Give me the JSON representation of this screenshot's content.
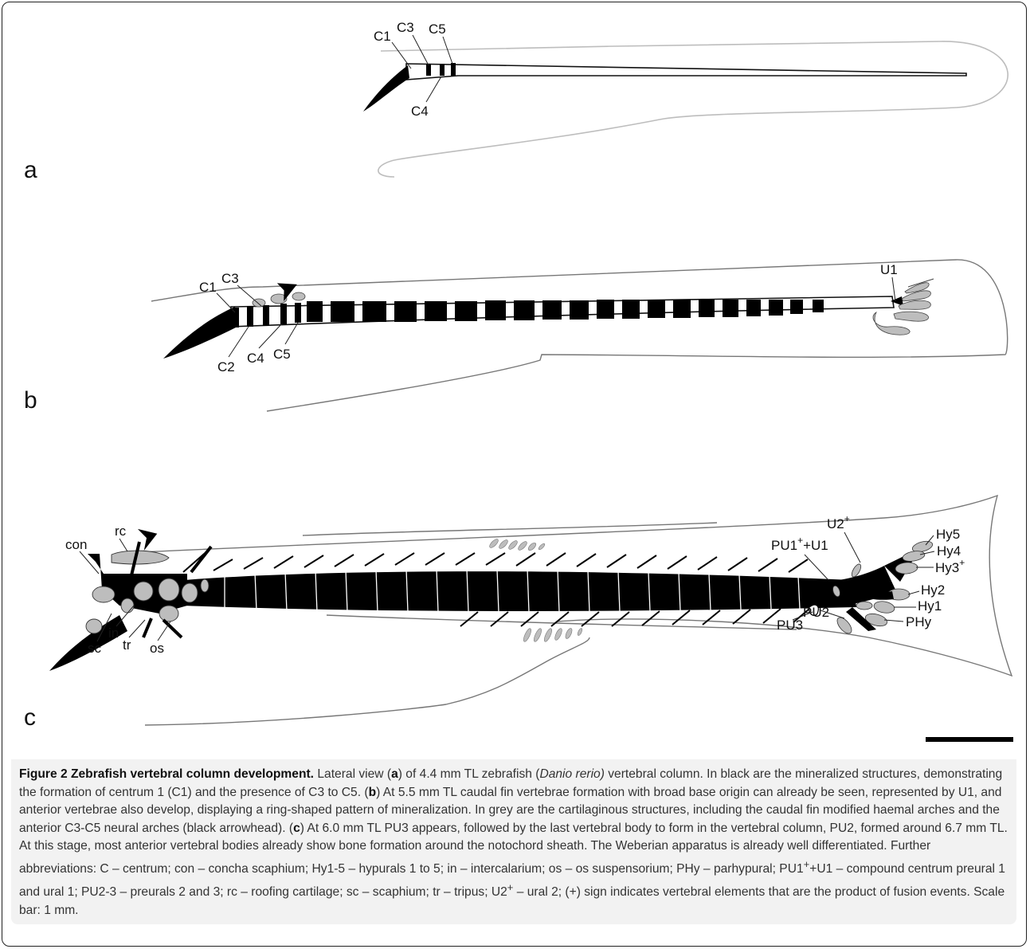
{
  "panels": {
    "a": {
      "letter": "a",
      "labels": {
        "c1": "C1",
        "c3": "C3",
        "c5": "C5",
        "c4": "C4"
      }
    },
    "b": {
      "letter": "b",
      "labels": {
        "c1": "C1",
        "c3": "C3",
        "c2": "C2",
        "c4": "C4",
        "c5": "C5",
        "u1": "U1"
      }
    },
    "c": {
      "letter": "c",
      "labels": {
        "rc": "rc",
        "con": "con",
        "sc": "sc",
        "in": "in",
        "tr": "tr",
        "os": "os",
        "u2": "U2",
        "u2_sup": "+",
        "pu1u1_a": "PU1",
        "pu1u1_sup": "+",
        "pu1u1_b": "+U1",
        "hy5": "Hy5",
        "hy4": "Hy4",
        "hy3": "Hy3",
        "hy3_sup": "+",
        "hy2": "Hy2",
        "hy1": "Hy1",
        "phy": "PHy",
        "pu2": "PU2",
        "pu3": "PU3"
      }
    }
  },
  "colors": {
    "mineralized": "#000000",
    "cartilage": "#bdbdbd",
    "outline": "#777777"
  },
  "caption": {
    "title": "Figure 2 Zebrafish vertebral column development.",
    "s1": " Lateral view (",
    "a": "a",
    "s2": ") of 4.4 mm TL zebrafish (",
    "species": "Danio rerio)",
    "s3": " vertebral column. In black are the mineralized structures, demonstrating the formation of centrum 1 (C1) and the presence of C3 to C5. (",
    "b": "b",
    "s4": ") At 5.5 mm TL caudal fin vertebrae formation with broad base origin can already be seen, represented by U1, and anterior vertebrae also develop, displaying a ring-shaped pattern of mineralization. In grey are the cartilaginous structures, including the caudal fin modified haemal arches and the anterior C3-C5 neural arches (black arrowhead). (",
    "c": "c",
    "s5": ") At 6.0 mm TL PU3 appears, followed by the last vertebral body to form in the vertebral column, PU2, formed around 6.7 mm TL. At this stage, most anterior vertebral bodies already show bone formation around the notochord sheath. The Weberian apparatus is already well differentiated. Further abbreviations: C – centrum; con – concha scaphium; Hy1-5 – hypurals 1 to 5; in – intercalarium; os – os suspensorium; PHy – parhypural; PU1",
    "plus1": "+",
    "s6": "+U1 – compound centrum preural 1 and ural 1; PU2-3 – preurals 2 and 3; rc – roofing cartilage; sc – scaphium; tr – tripus; U2",
    "plus2": "+",
    "s7": " – ural 2; (+) sign indicates vertebral elements that are the product of fusion events. Scale bar: 1 mm."
  }
}
